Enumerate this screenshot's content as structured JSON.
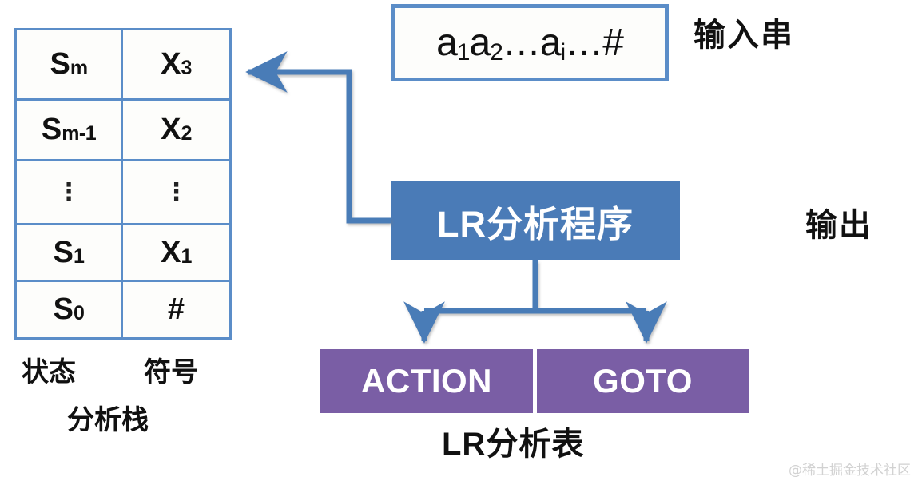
{
  "diagram": {
    "title": "LR parsing process diagram",
    "colors": {
      "blue_box": "#4A7BB7",
      "purple_box": "#7A5EA5",
      "border_blue": "#5B8DC8",
      "arrow_blue": "#4A7BB7",
      "text_dark": "#111111",
      "text_light": "#FFFFFF",
      "watermark": "#D2D2D2"
    }
  },
  "stack": {
    "rows": [
      {
        "state": "S",
        "state_sub": "m",
        "symbol": "X",
        "symbol_sub": "3"
      },
      {
        "state": "S",
        "state_sub": "m-1",
        "symbol": "X",
        "symbol_sub": "2"
      },
      {
        "state": "⋮",
        "state_sub": "",
        "symbol": "⋮",
        "symbol_sub": ""
      },
      {
        "state": "S",
        "state_sub": "1",
        "symbol": "X",
        "symbol_sub": "1"
      },
      {
        "state": "S",
        "state_sub": "0",
        "symbol": "#",
        "symbol_sub": ""
      }
    ],
    "column_labels": {
      "state": "状态",
      "symbol": "符号"
    },
    "caption": "分析栈"
  },
  "input": {
    "tokens": "a₁a₂…aᵢ…#",
    "prefix": "a",
    "sub1": "1",
    "sub2": "2",
    "sub_i": "i",
    "ellipsis": "…",
    "end_marker": "#",
    "label": "输入串"
  },
  "program": {
    "label": "LR分析程序"
  },
  "output": {
    "label": "输出"
  },
  "lr_table": {
    "cells": [
      {
        "label": "ACTION"
      },
      {
        "label": "GOTO"
      }
    ],
    "caption": "LR分析表"
  },
  "watermark": {
    "text": "@稀土掘金技术社区"
  }
}
